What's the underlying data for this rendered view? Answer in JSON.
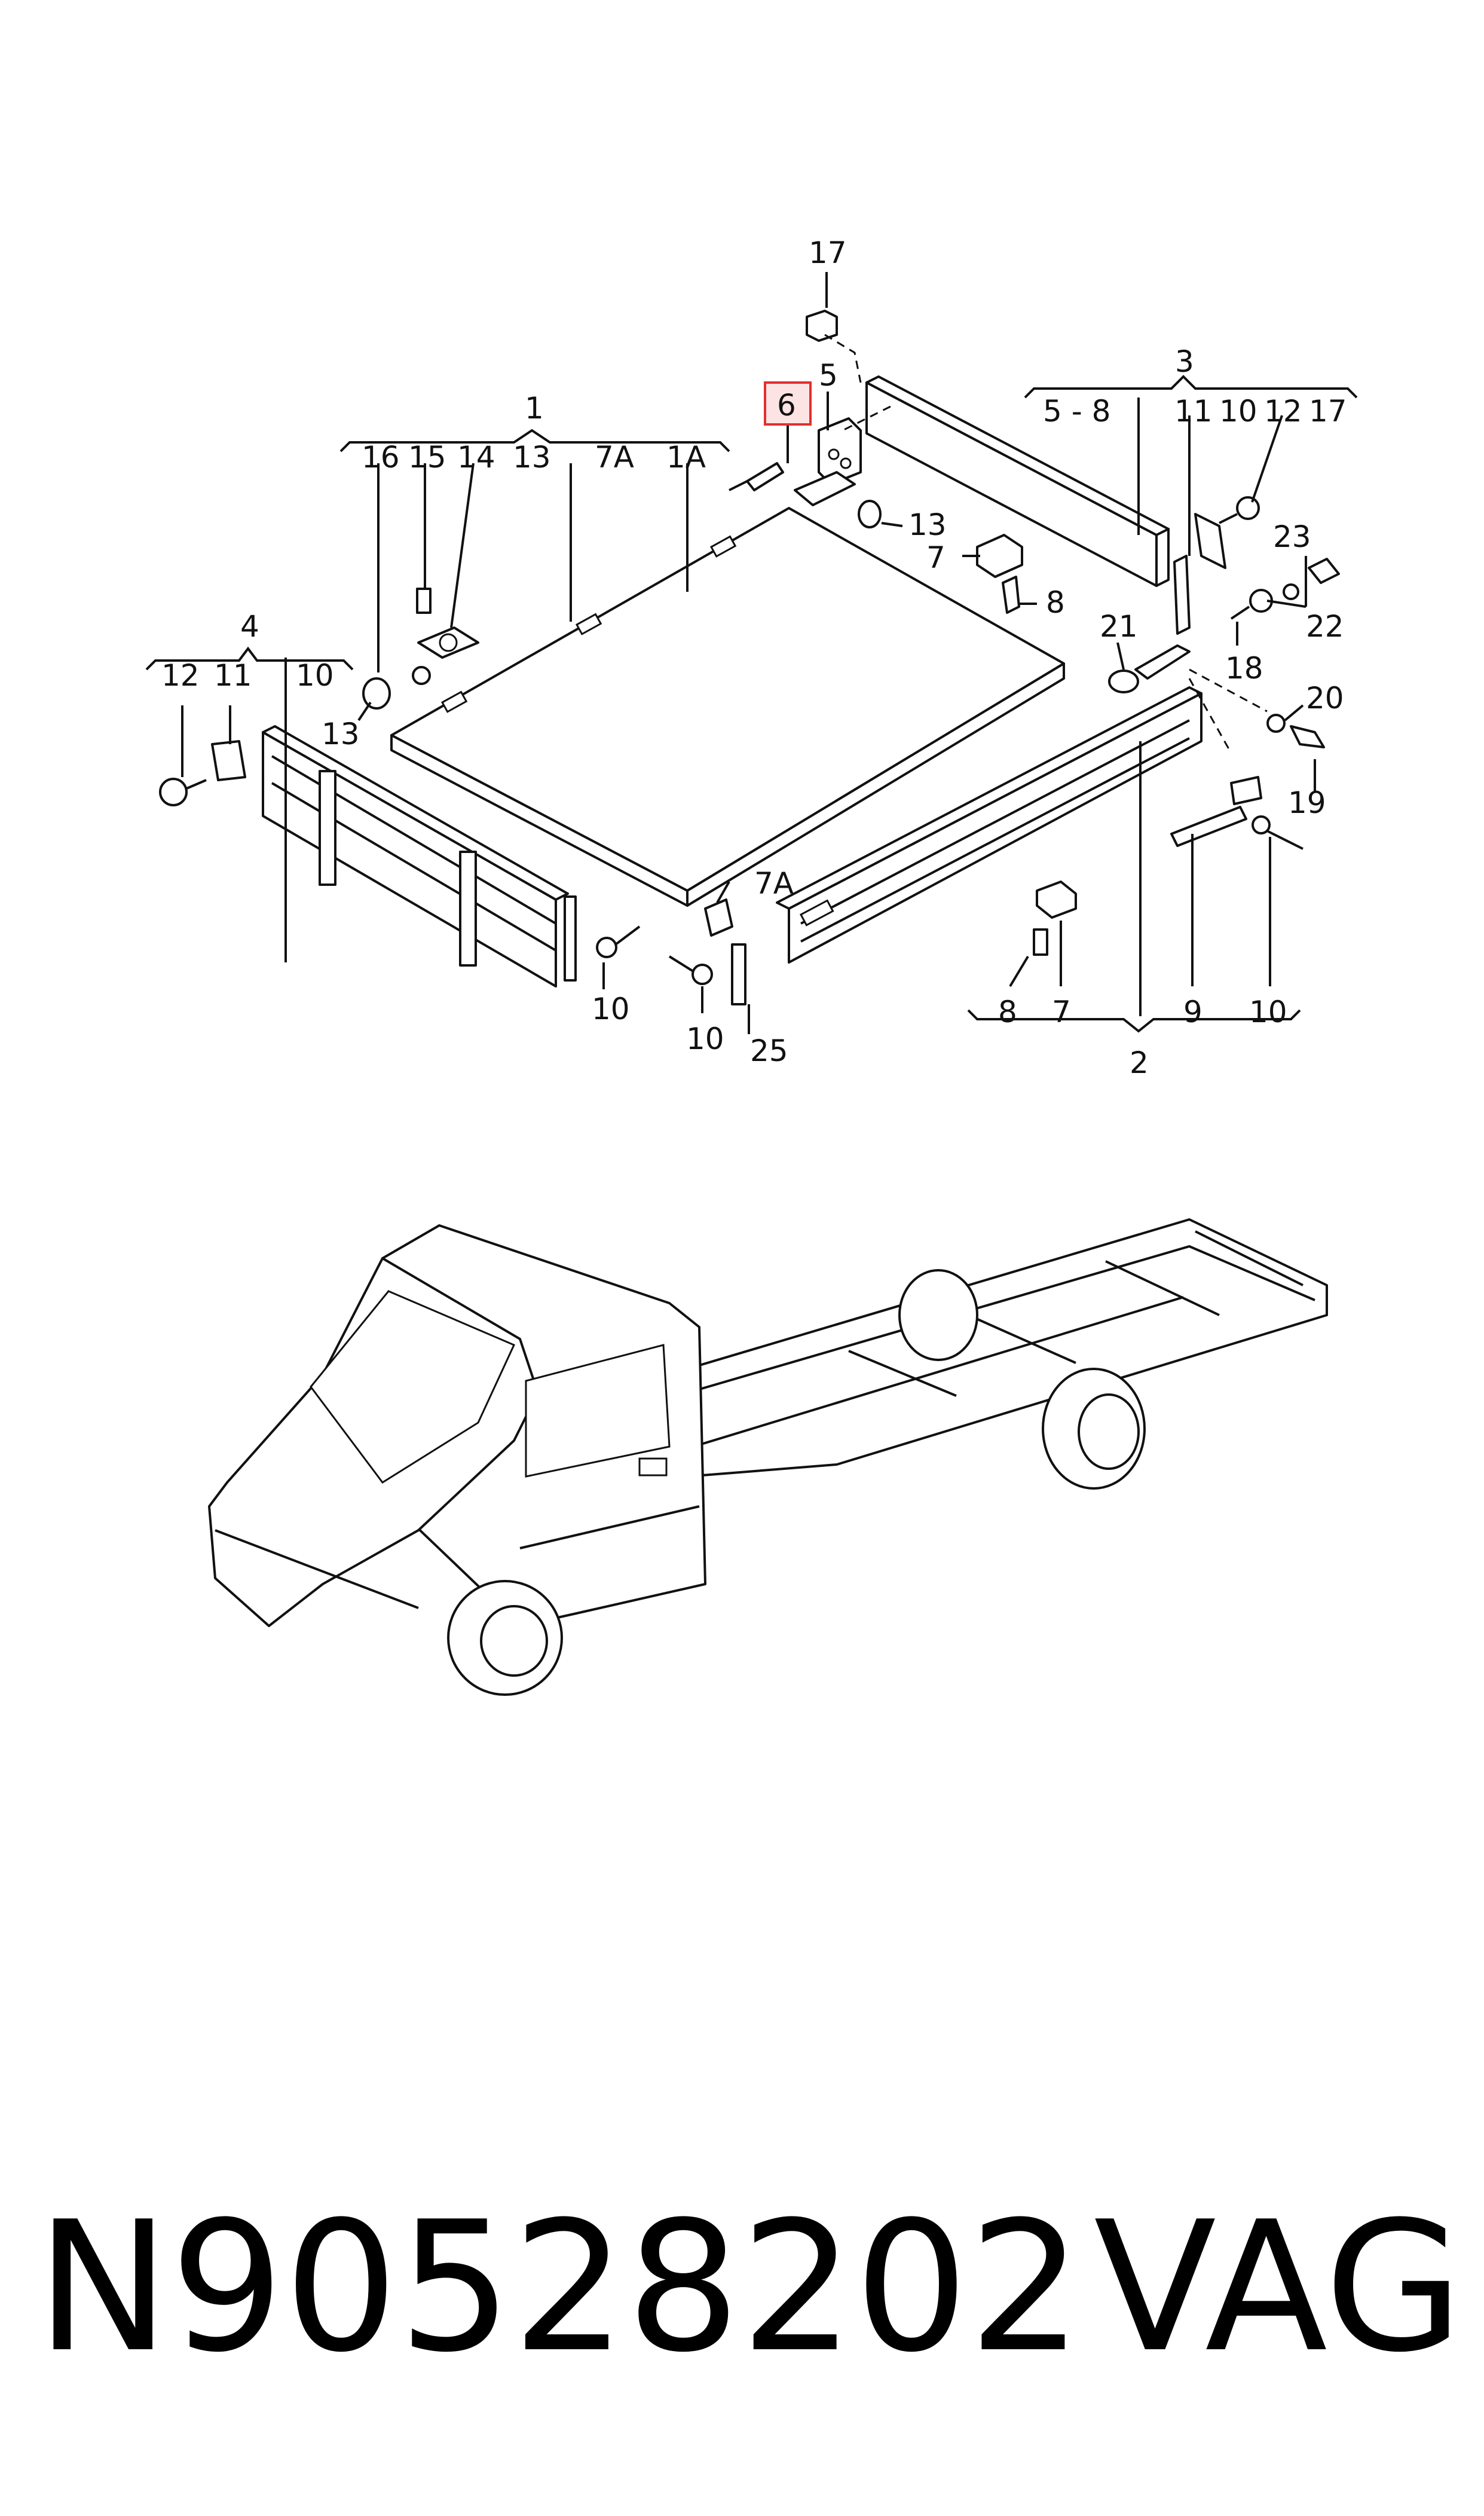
{
  "callouts": {
    "c17": "17",
    "c3": "3",
    "c5": "5",
    "c6": "6",
    "c1": "1",
    "c4": "4",
    "c2": "2",
    "g3_58": "5 - 8",
    "g3_11": "11",
    "g3_10": "10",
    "g3_12": "12",
    "g3_17": "17",
    "g1_16": "16",
    "g1_15": "15",
    "g1_14": "14",
    "g1_13": "13",
    "g1_7a": "7A",
    "g1_1a": "1A",
    "g4_12": "12",
    "g4_11": "11",
    "g4_10": "10",
    "c13_top": "13",
    "c7_top": "7",
    "c8_top": "8",
    "c13_left": "13",
    "c23": "23",
    "c22": "22",
    "c18": "18",
    "c21": "21",
    "c20": "20",
    "c19": "19",
    "c7a": "7A",
    "c10_a": "10",
    "c10_b": "10",
    "c25": "25",
    "g2_8": "8",
    "g2_7": "7",
    "g2_9": "9",
    "g2_10": "10"
  },
  "highlighted_callout": "6",
  "highlight_color": "#e0302f",
  "footer": {
    "part_number": "N90528202",
    "brand": "VAG"
  }
}
